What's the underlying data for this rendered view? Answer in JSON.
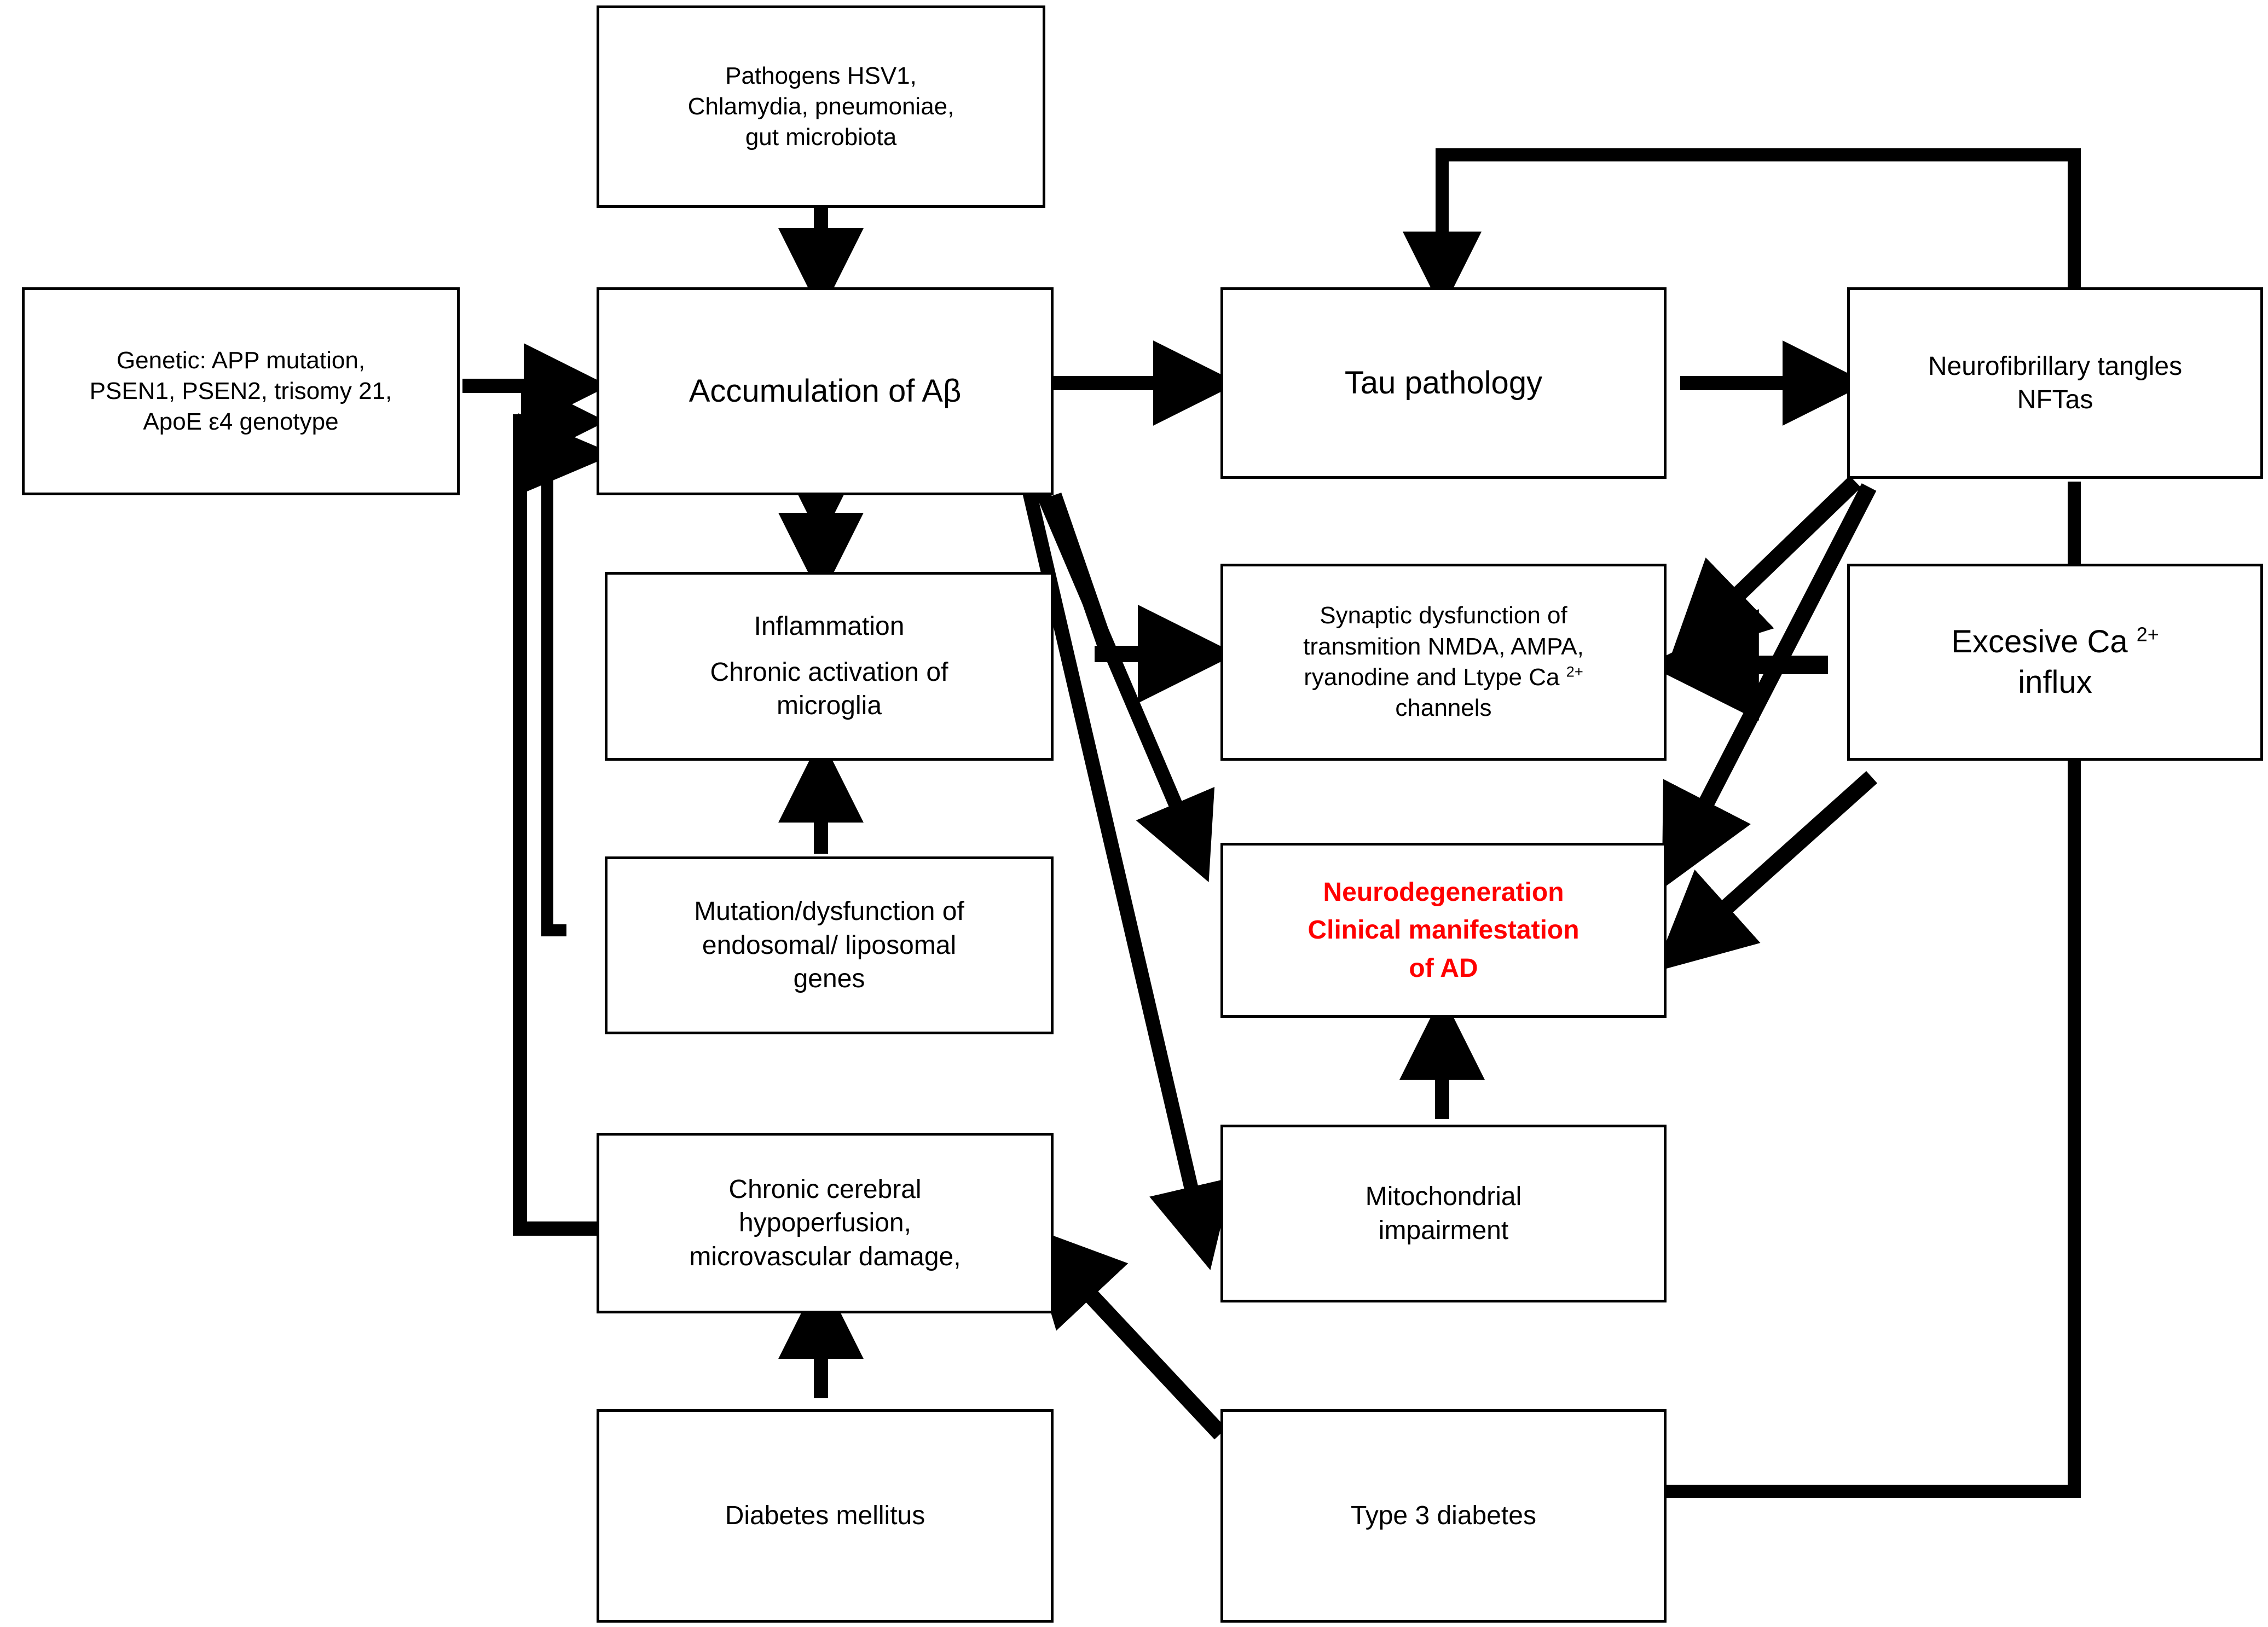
{
  "diagram": {
    "title": "Alzheimer's disease pathogenesis flowchart",
    "accent_red": "#FF0000",
    "line_color": "#000000",
    "background": "#FFFFFF",
    "nodes": [
      {
        "id": "pathogens",
        "lines": [
          "Pathogens HSV1,",
          "Chlamydia, pneumoniae,",
          "gut  microbiota"
        ]
      },
      {
        "id": "genetic",
        "lines": [
          "Genetic: APP mutation,",
          "PSEN1, PSEN2, trisomy 21,",
          "ApoE ε4 genotype"
        ]
      },
      {
        "id": "abeta",
        "lines": [
          "Accumulation of Aβ"
        ]
      },
      {
        "id": "tau",
        "lines": [
          "Tau pathology"
        ]
      },
      {
        "id": "nfts",
        "lines": [
          "Neurofibrillary tangles",
          "NFTas"
        ]
      },
      {
        "id": "inflammation",
        "lines": [
          "Inflammation",
          "Chronic activation of",
          "microglia"
        ]
      },
      {
        "id": "synaptic",
        "lines": [
          "Synaptic dysfunction of",
          "transmition NMDA, AMPA,",
          "ryanodine and Ltype Ca 2+",
          "channels"
        ]
      },
      {
        "id": "calcium",
        "lines": [
          "Excesive Ca 2+",
          "influx"
        ]
      },
      {
        "id": "endosomal",
        "lines": [
          "Mutation/dysfunction of",
          "endosomal/ liposomal",
          "genes"
        ]
      },
      {
        "id": "neurodegeneration",
        "lines": [
          "Neurodegeneration",
          "Clinical manifestation",
          "of AD"
        ]
      },
      {
        "id": "hypoperfusion",
        "lines": [
          "Chronic cerebral",
          "hypoperfusion,",
          "microvascular damage,"
        ]
      },
      {
        "id": "mitochondrial",
        "lines": [
          "Mitochondrial",
          "impairment"
        ]
      },
      {
        "id": "diabetes",
        "lines": [
          "Diabetes mellitus"
        ]
      },
      {
        "id": "type3",
        "lines": [
          "Type 3 diabetes"
        ]
      }
    ]
  }
}
